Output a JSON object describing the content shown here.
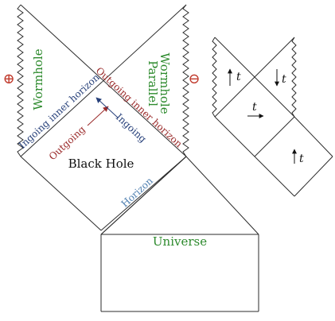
{
  "colors": {
    "line": "#2b2b2b",
    "green": "#2d8a2d",
    "red": "#c0392b",
    "blue": "#27407a",
    "dark_red": "#9a2a2a",
    "horizon_blue": "#4f7fb0",
    "black": "#111111"
  },
  "labels": {
    "plus_symbol": "⊕",
    "minus_symbol": "⊖",
    "wormhole": "Wormhole",
    "parallel_line1": "Parallel",
    "parallel_line2": "Wormhole",
    "ingoing_inner_horizon": "Ingoing inner horizon",
    "outgoing_inner_horizon": "Outgoing inner horizon",
    "outgoing": "Outgoing",
    "ingoing": "Ingoing",
    "black_hole": "Black Hole",
    "horizon": "Horizon",
    "universe": "Universe",
    "t": "t"
  }
}
